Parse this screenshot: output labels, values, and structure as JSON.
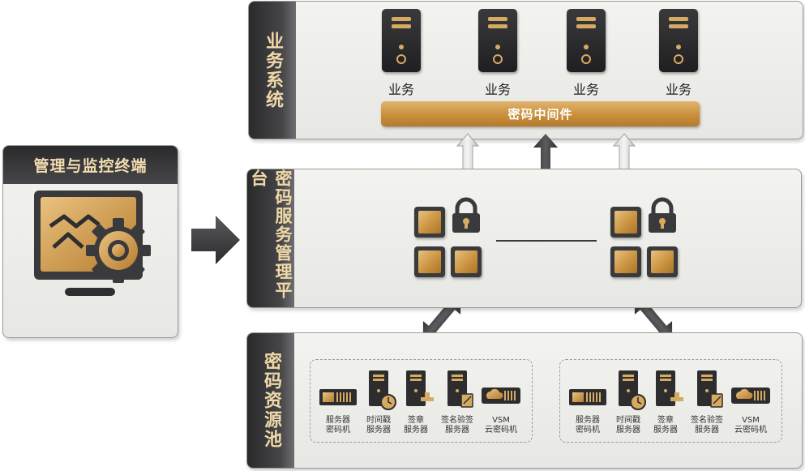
{
  "monitor_terminal": {
    "title": "管理与监控终端",
    "icon": "monitor-gear-icon"
  },
  "business_system": {
    "label": "业务系统",
    "servers": [
      "业务",
      "业务",
      "业务",
      "业务"
    ],
    "middleware": "密码中间件"
  },
  "crypto_platform": {
    "label": "密码服务管理平台"
  },
  "resource_pool": {
    "label": "密码资源池",
    "groups": [
      {
        "items": [
          {
            "line1": "服务器",
            "line2": "密码机",
            "icon": "rack-server-icon"
          },
          {
            "line1": "时间戳",
            "line2": "服务器",
            "icon": "timestamp-server-icon"
          },
          {
            "line1": "签章",
            "line2": "服务器",
            "icon": "signature-server-icon"
          },
          {
            "line1": "签名验签",
            "line2": "服务器",
            "icon": "verify-server-icon"
          },
          {
            "line1": "VSM",
            "line2": "云密码机",
            "icon": "cloud-hsm-icon"
          }
        ]
      },
      {
        "items": [
          {
            "line1": "服务器",
            "line2": "密码机",
            "icon": "rack-server-icon"
          },
          {
            "line1": "时间戳",
            "line2": "服务器",
            "icon": "timestamp-server-icon"
          },
          {
            "line1": "签章",
            "line2": "服务器",
            "icon": "signature-server-icon"
          },
          {
            "line1": "签名验签",
            "line2": "服务器",
            "icon": "verify-server-icon"
          },
          {
            "line1": "VSM",
            "line2": "云密码机",
            "icon": "cloud-hsm-icon"
          }
        ]
      }
    ]
  },
  "colors": {
    "gold": "#d7aa62",
    "dark": "#2a2a2c",
    "panel": "#ecece8"
  }
}
